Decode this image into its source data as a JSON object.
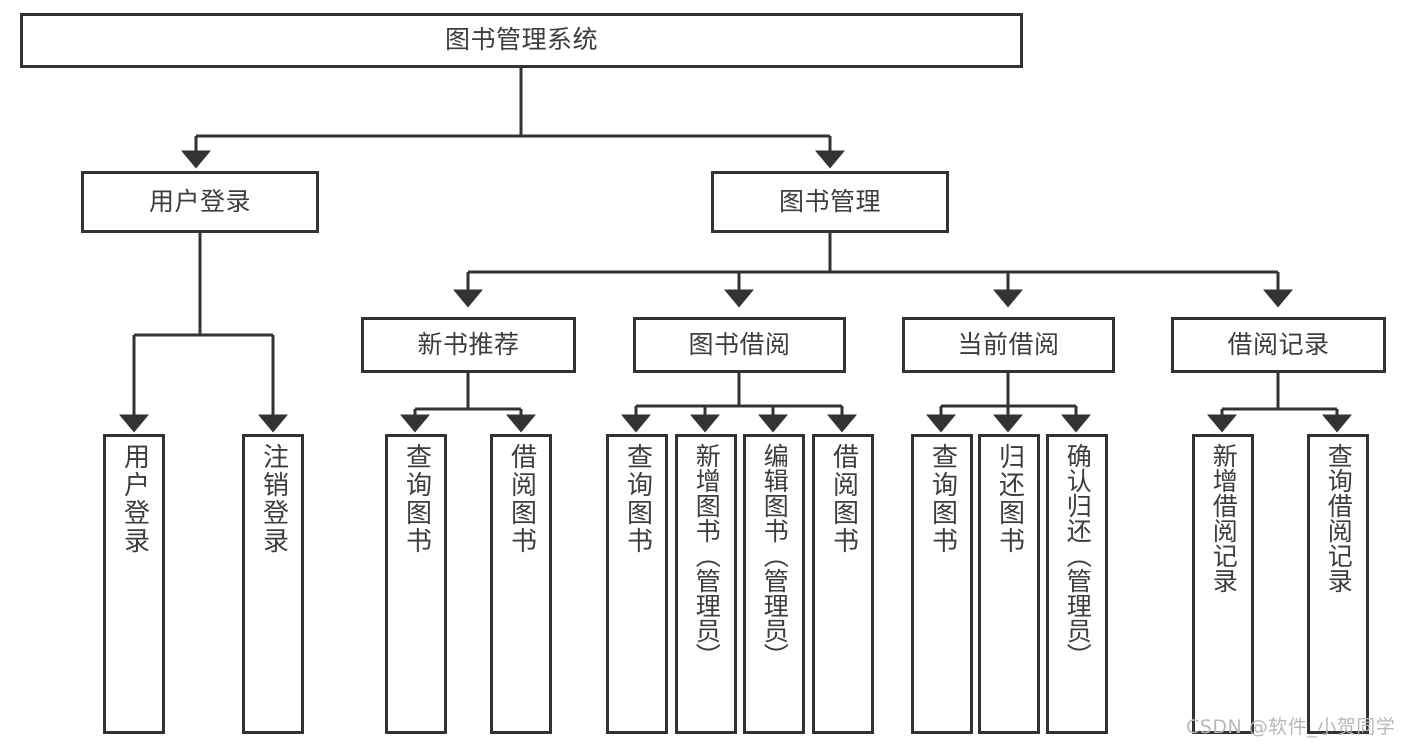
{
  "diagram": {
    "type": "tree-hierarchy",
    "title": "图书管理系统",
    "root": {
      "label": "图书管理系统"
    },
    "level2": [
      {
        "id": "user-login",
        "label": "用户登录"
      },
      {
        "id": "book-manage",
        "label": "图书管理"
      }
    ],
    "level3": [
      {
        "id": "new-book-recommend",
        "label": "新书推荐",
        "parent": "book-manage"
      },
      {
        "id": "book-borrow",
        "label": "图书借阅",
        "parent": "book-manage"
      },
      {
        "id": "current-borrow",
        "label": "当前借阅",
        "parent": "book-manage"
      },
      {
        "id": "borrow-record",
        "label": "借阅记录",
        "parent": "book-manage"
      }
    ],
    "leaves": [
      {
        "id": "leaf-user-login",
        "label": "用户登录",
        "parent": "user-login"
      },
      {
        "id": "leaf-logout",
        "label": "注销登录",
        "parent": "user-login"
      },
      {
        "id": "leaf-query-book-1",
        "label": "查询图书",
        "parent": "new-book-recommend"
      },
      {
        "id": "leaf-borrow-book-1",
        "label": "借阅图书",
        "parent": "new-book-recommend"
      },
      {
        "id": "leaf-query-book-2",
        "label": "查询图书",
        "parent": "book-borrow"
      },
      {
        "id": "leaf-add-book",
        "label": "新增图书（管理员）",
        "parent": "book-borrow"
      },
      {
        "id": "leaf-edit-book",
        "label": "编辑图书（管理员）",
        "parent": "book-borrow"
      },
      {
        "id": "leaf-borrow-book-2",
        "label": "借阅图书",
        "parent": "book-borrow"
      },
      {
        "id": "leaf-query-book-3",
        "label": "查询图书",
        "parent": "current-borrow"
      },
      {
        "id": "leaf-return-book",
        "label": "归还图书",
        "parent": "current-borrow"
      },
      {
        "id": "leaf-confirm-return",
        "label": "确认归还（管理员）",
        "parent": "current-borrow"
      },
      {
        "id": "leaf-add-record",
        "label": "新增借阅记录",
        "parent": "borrow-record"
      },
      {
        "id": "leaf-query-record",
        "label": "查询借阅记录",
        "parent": "borrow-record"
      }
    ],
    "colors": {
      "stroke": "#333333",
      "text": "#3d3d3d",
      "background": "#ffffff",
      "watermark": "#b9b9b9"
    }
  },
  "watermark": {
    "text": "CSDN @软件_小贺同学"
  }
}
